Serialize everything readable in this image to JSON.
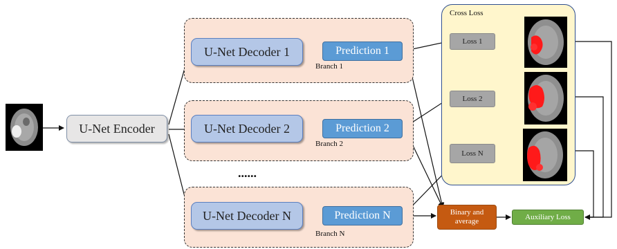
{
  "encoder": {
    "label": "U-Net Encoder"
  },
  "branches": [
    {
      "decoder": "U-Net Decoder 1",
      "prediction": "Prediction 1",
      "branch": "Branch 1"
    },
    {
      "decoder": "U-Net Decoder 2",
      "prediction": "Prediction 2",
      "branch": "Branch 2"
    },
    {
      "decoder": "U-Net Decoder N",
      "prediction": "Prediction N",
      "branch": "Branch N"
    }
  ],
  "ellipsis": "......",
  "cross_loss": {
    "title": "Cross Loss",
    "losses": [
      "Loss 1",
      "Loss 2",
      "Loss N"
    ]
  },
  "binary_average": "Binary and average",
  "auxiliary_loss": "Auxiliary Loss",
  "colors": {
    "branch_bg": "#fbe3d6",
    "cross_bg": "#fff6cc",
    "decoder": "#b4c7e7",
    "prediction": "#5b9bd5",
    "loss": "#a6a6a6",
    "binary": "#c55a11",
    "auxiliary": "#70ad47",
    "lesion": "#ff0000"
  }
}
